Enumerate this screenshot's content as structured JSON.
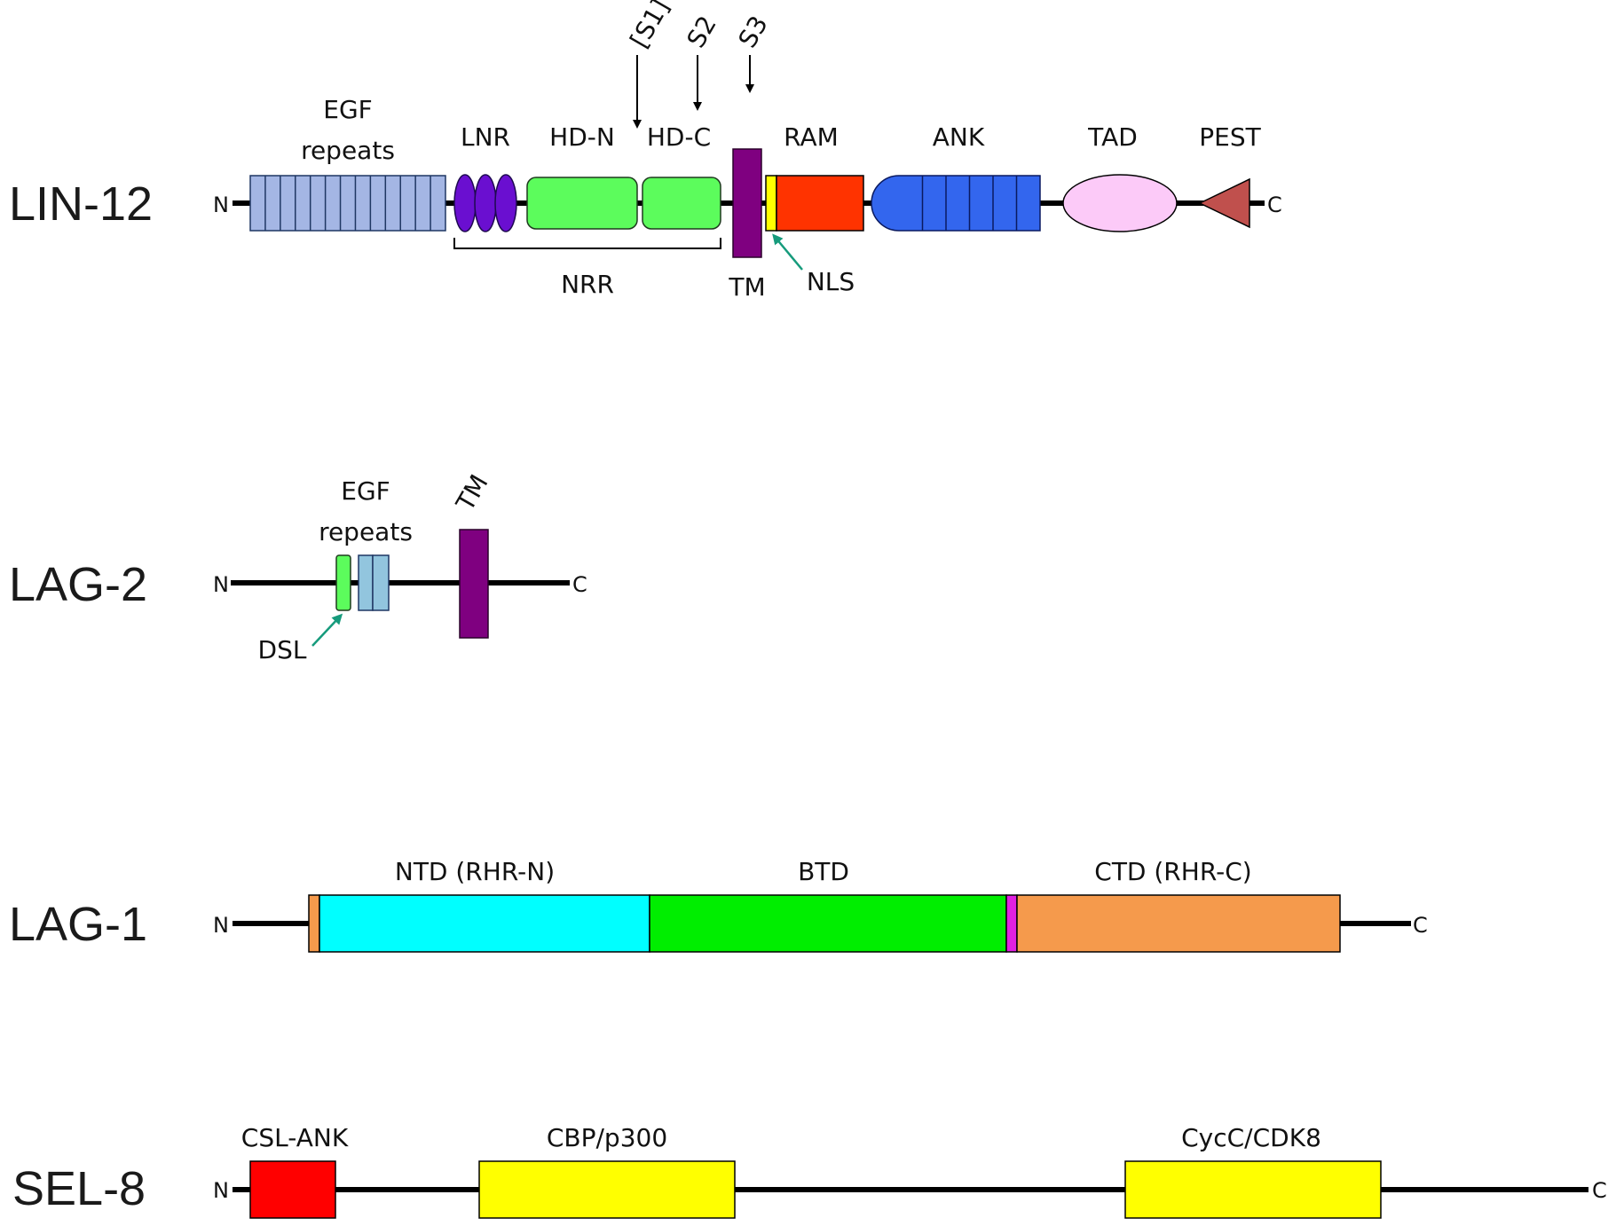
{
  "proteins": {
    "lin12": {
      "name": "LIN-12",
      "n_term": "N",
      "c_term": "C",
      "egf_line1": "EGF",
      "egf_line2": "repeats",
      "lnr": "LNR",
      "hdn": "HD-N",
      "hdc": "HD-C",
      "ram": "RAM",
      "ank": "ANK",
      "tad": "TAD",
      "pest": "PEST",
      "nrr": "NRR",
      "tm": "TM",
      "nls": "NLS",
      "s1": "[S1]",
      "s2": "S2",
      "s3": "S3"
    },
    "lag2": {
      "name": "LAG-2",
      "n_term": "N",
      "c_term": "C",
      "egf_line1": "EGF",
      "egf_line2": "repeats",
      "tm": "TM",
      "dsl": "DSL"
    },
    "lag1": {
      "name": "LAG-1",
      "n_term": "N",
      "c_term": "C",
      "ntd": "NTD (RHR-N)",
      "btd": "BTD",
      "ctd": "CTD (RHR-C)"
    },
    "sel8": {
      "name": "SEL-8",
      "n_term": "N",
      "c_term": "C",
      "csl_ank": "CSL-ANK",
      "cbp": "CBP/p300",
      "cycc": "CycC/CDK8"
    }
  },
  "colors": {
    "egf_lin12": "#a4b6e4",
    "lnr": "#6a0fd0",
    "hd": "#5cfc5c",
    "tm": "#7f0080",
    "nls": "#ffff00",
    "ram": "#ff3300",
    "ank": "#3366ee",
    "tad": "#fccaf8",
    "pest": "#c0504d",
    "dsl": "#5cfc5c",
    "egf_lag2": "#92c5de",
    "lag1_orange": "#f59a4c",
    "ntd": "#00ffff",
    "btd": "#00ee00",
    "linker": "#e020e0",
    "csl_ank": "#ff0000",
    "sel8_yellow": "#ffff00",
    "nls_arrow": "#169b7c"
  }
}
